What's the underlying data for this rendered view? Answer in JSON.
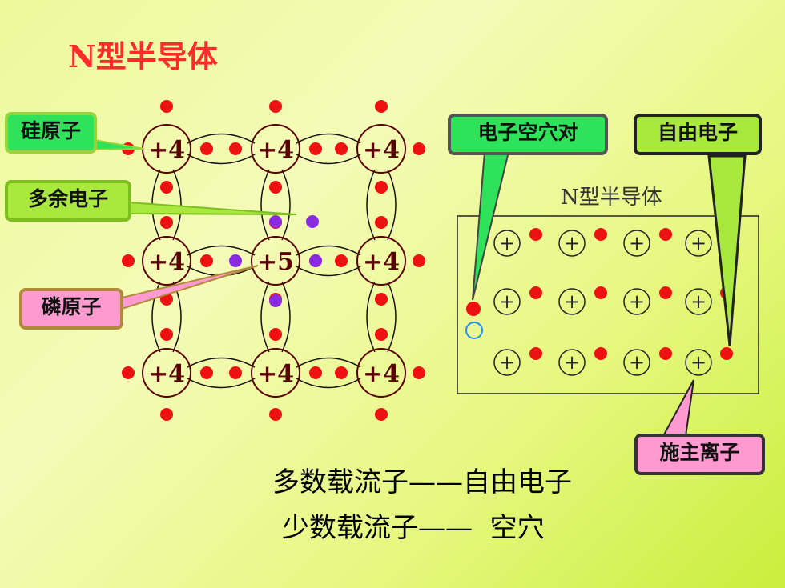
{
  "title": "N型半导体",
  "lattice": {
    "atoms": [
      [
        "+4",
        "+4",
        "+4"
      ],
      [
        "+4",
        "+5",
        "+4"
      ],
      [
        "+4",
        "+4",
        "+4"
      ]
    ]
  },
  "callouts": {
    "silicon_atom": "硅原子",
    "excess_electron": "多余电子",
    "phosphorus_atom": "磷原子",
    "electron_hole_pair": "电子空穴对",
    "free_electron": "自由电子",
    "donor_ion": "施主离子"
  },
  "panel": {
    "title": "N型半导体",
    "ion_symbol": "+"
  },
  "carriers": {
    "majority": "多数载流子——自由电子",
    "minority": "少数载流子——  空穴"
  },
  "colors": {
    "electron": "#ee1111",
    "excess_electron": "#8a2be2",
    "hole": "#1e90ff",
    "title": "#ff2a2a"
  }
}
